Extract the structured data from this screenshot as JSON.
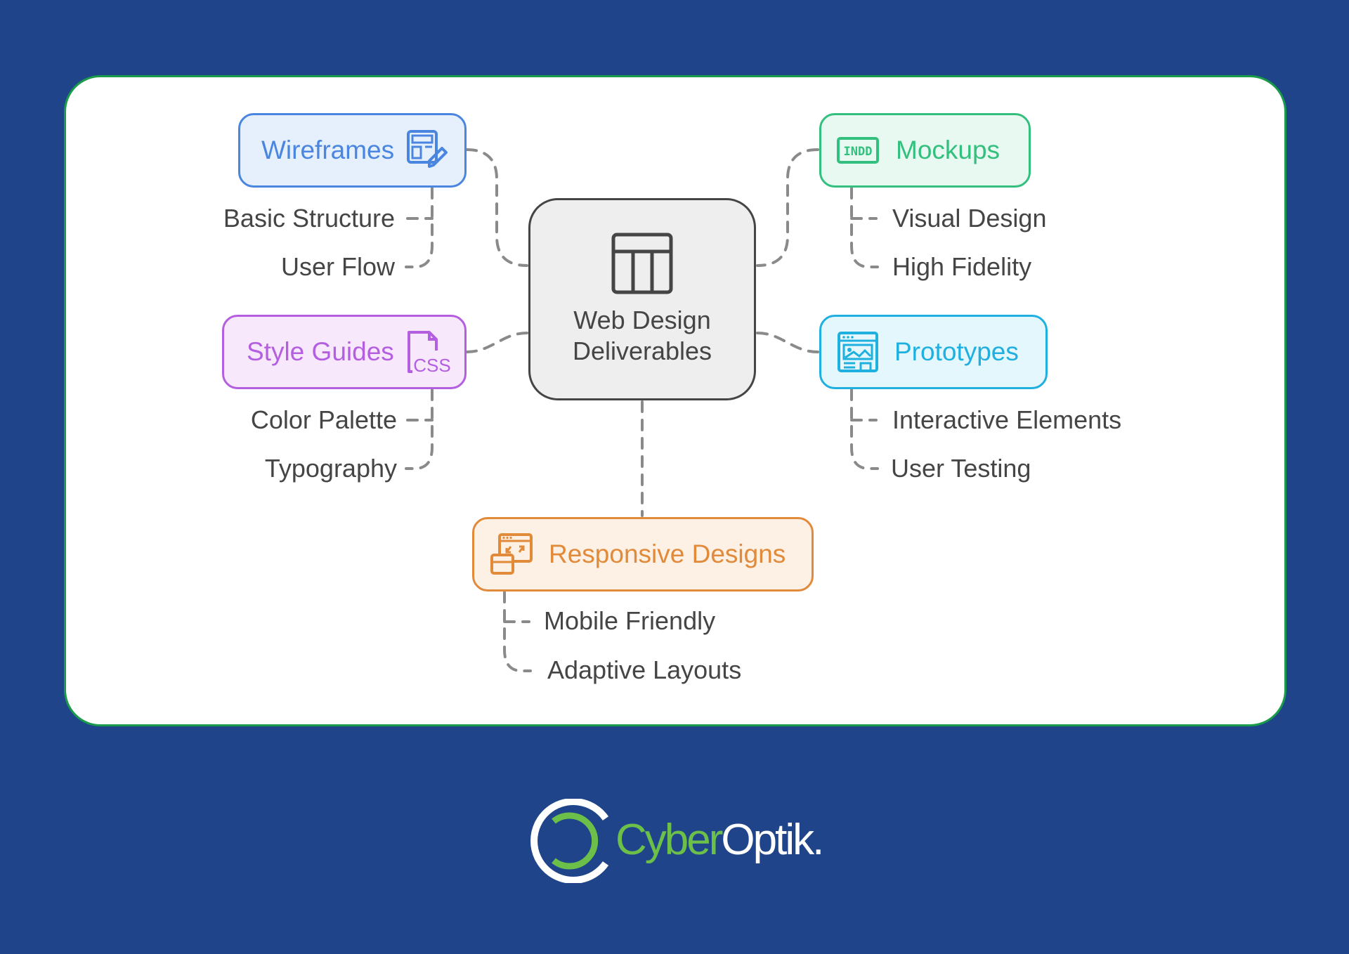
{
  "colors": {
    "background": "#1f448a",
    "card_border": "#1a9b4a",
    "connector": "#8a8a8a",
    "text": "#454545"
  },
  "center": {
    "icon": "table-layout-icon",
    "line1": "Web Design",
    "line2": "Deliverables"
  },
  "branches": {
    "wireframes": {
      "label": "Wireframes",
      "icon": "wireframe-pencil-icon",
      "color": "#4a86e0",
      "fill": "#e6effc",
      "items": [
        "Basic Structure",
        "User Flow"
      ]
    },
    "mockups": {
      "label": "Mockups",
      "icon": "indd-file-icon",
      "icon_text": "INDD",
      "color": "#33c07f",
      "fill": "#e8f9f1",
      "items": [
        "Visual Design",
        "High Fidelity"
      ]
    },
    "style_guides": {
      "label": "Style Guides",
      "icon": "css-file-icon",
      "icon_text": "CSS",
      "color": "#b45ee0",
      "fill": "#f7e8fc",
      "items": [
        "Color Palette",
        "Typography"
      ]
    },
    "prototypes": {
      "label": "Prototypes",
      "icon": "browser-image-icon",
      "color": "#1fb0e0",
      "fill": "#e3f7fd",
      "items": [
        "Interactive Elements",
        "User Testing"
      ]
    },
    "responsive": {
      "label": "Responsive Designs",
      "icon": "responsive-windows-icon",
      "color": "#e08a3a",
      "fill": "#fdf0e4",
      "items": [
        "Mobile Friendly",
        "Adaptive Layouts"
      ]
    }
  },
  "logo": {
    "brand_part1": "Cyber",
    "brand_part2": "Optik."
  }
}
